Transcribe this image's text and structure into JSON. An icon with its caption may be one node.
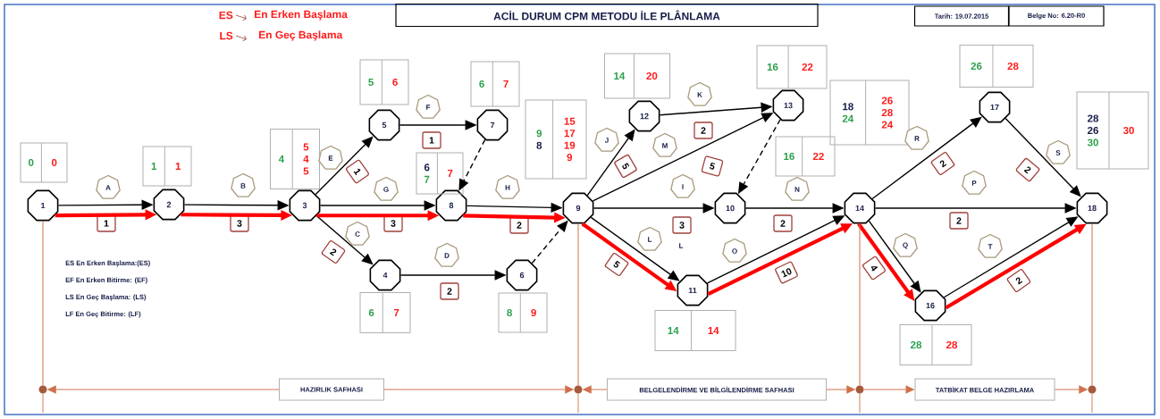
{
  "diagram": {
    "title": "ACİL DURUM CPM METODU İLE PLÂNLAMA",
    "nodes": [
      {
        "text": [],
        "shape": "box"
      },
      {
        "text": [
          "Tarih: 19.07.2015"
        ]
      },
      {
        "text": [
          "Belge No: 6.20-R0"
        ]
      },
      {
        "text": [
          "1"
        ]
      },
      {
        "text": [
          "2"
        ]
      },
      {
        "text": [
          "3"
        ]
      },
      {
        "text": [
          "4"
        ]
      },
      {
        "text": [
          "5"
        ]
      },
      {
        "text": [
          "6"
        ]
      },
      {
        "text": [
          "7"
        ]
      },
      {
        "text": [
          "8"
        ]
      },
      {
        "text": [
          "9"
        ]
      },
      {
        "text": [
          "10"
        ]
      },
      {
        "text": [
          "11"
        ]
      },
      {
        "text": [
          "12"
        ]
      },
      {
        "text": [
          "13"
        ]
      },
      {
        "text": [
          "14"
        ]
      },
      {
        "text": [
          "16"
        ]
      },
      {
        "text": [
          "17"
        ]
      },
      {
        "text": [
          "18"
        ]
      },
      {
        "text": [
          "0",
          "0"
        ]
      },
      {
        "text": [
          "1",
          "1"
        ]
      },
      {
        "text": [
          "4",
          "5",
          "4",
          "5"
        ]
      },
      {
        "text": [
          "6",
          "7"
        ]
      },
      {
        "text": [
          "5",
          "6"
        ]
      },
      {
        "text": [
          "8",
          "9"
        ]
      },
      {
        "text": [
          "6",
          "7"
        ]
      },
      {
        "text": [
          "6",
          "7",
          "7"
        ]
      },
      {
        "text": [
          "9",
          "8",
          "15",
          "17",
          "19",
          "9"
        ]
      },
      {
        "text": [
          "16",
          "22"
        ]
      },
      {
        "text": [
          "14",
          "14"
        ]
      },
      {
        "text": [
          "14",
          "20"
        ]
      },
      {
        "text": [
          "16",
          "22"
        ]
      },
      {
        "text": [
          "18",
          "24",
          "26",
          "28",
          "24"
        ]
      },
      {
        "text": [
          "28",
          "28"
        ]
      },
      {
        "text": [
          "26",
          "28"
        ]
      },
      {
        "text": [
          "28",
          "26",
          "30",
          "30"
        ]
      },
      {
        "text": [
          "A"
        ]
      },
      {
        "text": [
          "B"
        ]
      },
      {
        "text": [
          "C"
        ]
      },
      {
        "text": [
          "D"
        ]
      },
      {
        "text": [
          "E"
        ]
      },
      {
        "text": [
          "F"
        ]
      },
      {
        "text": [
          "G"
        ]
      },
      {
        "text": [
          "H"
        ]
      },
      {
        "text": [
          "I"
        ]
      },
      {
        "text": [
          "J"
        ]
      },
      {
        "text": [
          "K"
        ]
      },
      {
        "text": [
          "L"
        ]
      },
      {
        "text": [
          "M"
        ]
      },
      {
        "text": [
          "N"
        ]
      },
      {
        "text": [
          "O"
        ]
      },
      {
        "text": [
          "P"
        ]
      },
      {
        "text": [
          "Q"
        ]
      },
      {
        "text": [
          "R"
        ]
      },
      {
        "text": [
          "S"
        ]
      },
      {
        "text": [
          "T"
        ]
      },
      {
        "text": [
          "1"
        ]
      },
      {
        "text": [
          "3"
        ]
      },
      {
        "text": [
          "2"
        ]
      },
      {
        "text": [
          "2"
        ]
      },
      {
        "text": [
          "1"
        ]
      },
      {
        "text": [
          "1"
        ]
      },
      {
        "text": [
          "3"
        ]
      },
      {
        "text": [
          "2"
        ]
      },
      {
        "text": [
          "3"
        ]
      },
      {
        "text": [
          "5"
        ]
      },
      {
        "text": [
          "2"
        ]
      },
      {
        "text": [
          "5"
        ]
      },
      {
        "text": [
          "5"
        ]
      },
      {
        "text": [
          "2"
        ]
      },
      {
        "text": [
          "10"
        ]
      },
      {
        "text": [
          "2"
        ]
      },
      {
        "text": [
          "4"
        ]
      },
      {
        "text": [
          "2"
        ]
      },
      {
        "text": [
          "2"
        ]
      },
      {
        "text": [
          "2"
        ]
      },
      {
        "text": [
          "HAZIRLIK SAFHASI"
        ]
      },
      {
        "text": [
          "BELGELENDİRME VE BİLGİLENDİRME SAFHASI"
        ]
      },
      {
        "text": [
          "TATBİKAT BELGE HAZIRLAMA"
        ]
      },
      {
        "text": [],
        "shape": "circle"
      },
      {
        "text": [],
        "shape": "circle"
      },
      {
        "text": [],
        "shape": "circle"
      },
      {
        "text": [],
        "shape": "circle"
      }
    ],
    "edges": [
      {
        "from": 3,
        "to": 4,
        "arrow": "to"
      },
      {
        "from": 4,
        "to": 5,
        "arrow": "to"
      },
      {
        "from": 5,
        "to": 6,
        "arrow": "to"
      },
      {
        "from": 6,
        "to": 8,
        "arrow": "to"
      },
      {
        "from": 5,
        "to": 7,
        "arrow": "to"
      },
      {
        "from": 7,
        "to": 9,
        "arrow": "to"
      },
      {
        "from": 5,
        "to": 10,
        "arrow": "to"
      },
      {
        "from": 10,
        "to": 11,
        "arrow": "to"
      },
      {
        "from": 11,
        "to": 12,
        "arrow": "to"
      },
      {
        "from": 11,
        "to": 14,
        "arrow": "to"
      },
      {
        "from": 14,
        "to": 15,
        "arrow": "to"
      },
      {
        "from": 11,
        "to": 13,
        "arrow": "to"
      },
      {
        "from": 11,
        "to": 15,
        "arrow": "to"
      },
      {
        "from": 12,
        "to": 16,
        "arrow": "to"
      },
      {
        "from": 13,
        "to": 16,
        "arrow": "to"
      },
      {
        "from": 16,
        "to": 19,
        "arrow": "to"
      },
      {
        "from": 16,
        "to": 17,
        "arrow": "to"
      },
      {
        "from": 16,
        "to": 18,
        "arrow": "to"
      },
      {
        "from": 18,
        "to": 19,
        "arrow": "to"
      },
      {
        "from": 17,
        "to": 19,
        "arrow": "to"
      },
      {
        "from": 9,
        "to": 10,
        "arrow": "to",
        "style": "dashed"
      },
      {
        "from": 8,
        "to": 11,
        "arrow": "to",
        "style": "dashed"
      },
      {
        "from": 15,
        "to": 12,
        "arrow": "to",
        "style": "dashed"
      },
      {
        "from": 3,
        "to": 4,
        "arrow": "to",
        "style": "thick",
        "color": "#ff0000"
      },
      {
        "from": 4,
        "to": 5,
        "arrow": "to",
        "style": "thick",
        "color": "#ff0000"
      },
      {
        "from": 5,
        "to": 10,
        "arrow": "to",
        "style": "thick",
        "color": "#ff0000"
      },
      {
        "from": 10,
        "to": 11,
        "arrow": "to",
        "style": "thick",
        "color": "#ff0000"
      },
      {
        "from": 11,
        "to": 13,
        "arrow": "to",
        "style": "thick",
        "color": "#ff0000"
      },
      {
        "from": 13,
        "to": 16,
        "arrow": "to",
        "style": "thick",
        "color": "#ff0000"
      },
      {
        "from": 16,
        "to": 17,
        "arrow": "to",
        "style": "thick",
        "color": "#ff0000"
      },
      {
        "from": 17,
        "to": 19,
        "arrow": "to",
        "style": "thick",
        "color": "#ff0000"
      },
      {
        "from": 3,
        "to": 80,
        "arrow": "none",
        "color": "#d0704a"
      },
      {
        "from": 11,
        "to": 81,
        "arrow": "none",
        "color": "#d0704a"
      },
      {
        "from": 16,
        "to": 82,
        "arrow": "none",
        "color": "#d0704a"
      },
      {
        "from": 19,
        "to": 83,
        "arrow": "none",
        "color": "#d0704a"
      },
      {
        "from": 77,
        "to": 80,
        "arrow": "to",
        "color": "#d0704a"
      },
      {
        "from": 77,
        "to": 81,
        "arrow": "to",
        "color": "#d0704a"
      },
      {
        "from": 78,
        "to": 81,
        "arrow": "to",
        "color": "#d0704a"
      },
      {
        "from": 78,
        "to": 82,
        "arrow": "to",
        "color": "#d0704a"
      },
      {
        "from": 82,
        "to": 79,
        "arrow": "to",
        "color": "#d0704a"
      },
      {
        "from": 79,
        "to": 83,
        "arrow": "to",
        "color": "#d0704a"
      }
    ],
    "labels": [
      "ES",
      "En Erken Başlama",
      "LS",
      "En Geç Başlama",
      "ES En Erken Başlama:(ES)",
      "EF En Erken Bitirme: (EF)",
      "LS En Geç Başlama: (LS)",
      "LF En Geç Bitirme: (LF)",
      "L"
    ]
  }
}
